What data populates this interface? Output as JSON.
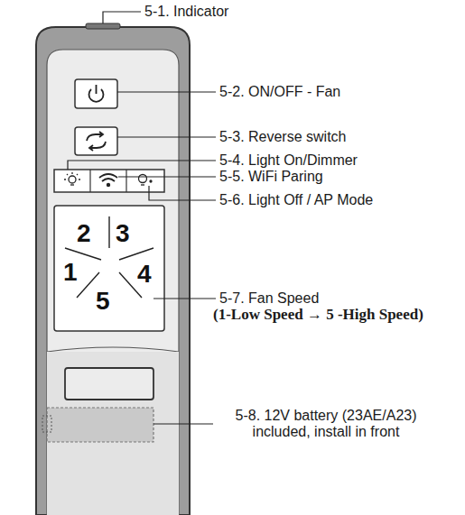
{
  "diagram": {
    "nodes": [
      {
        "text": [
          "2",
          "3",
          "1",
          "4",
          "5"
        ]
      }
    ],
    "labels": [
      "5-1. Indicator",
      "5-2. ON/OFF - Fan",
      "5-3. Reverse switch",
      "5-4. Light On/Dimmer",
      "5-5. WiFi Paring",
      "5-6. Light Off / AP Mode",
      "5-7. Fan Speed",
      "(1-Low Speed → 5 -High Speed)",
      "5-8. 12V battery (23AE/A23) included, install in front"
    ]
  }
}
